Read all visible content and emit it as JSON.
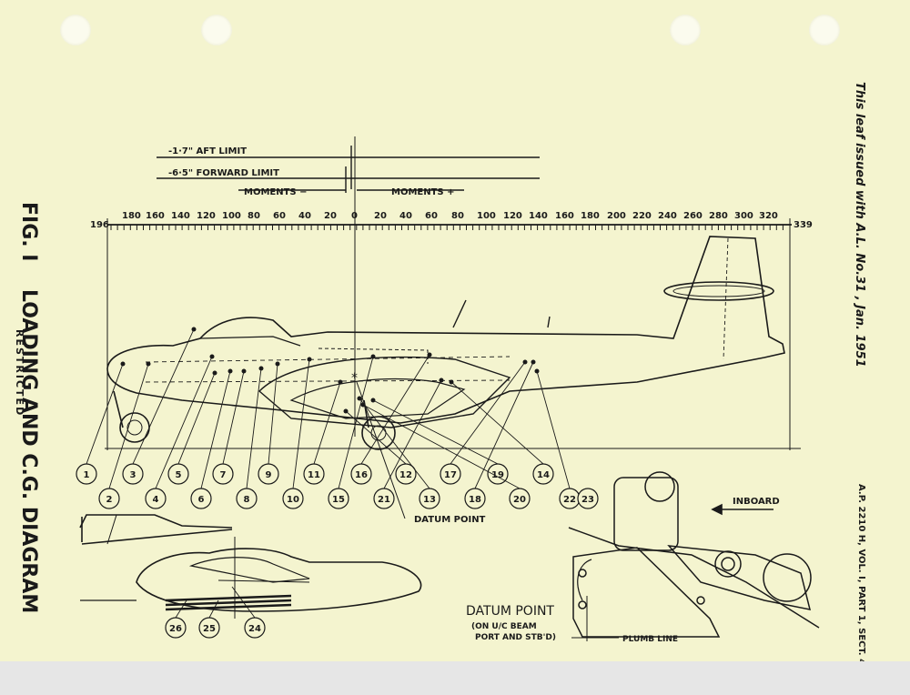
{
  "title": {
    "fig": "FIG. I",
    "main": "LOADING AND C.G. DIAGRAM",
    "classification": "RESTRICTED"
  },
  "issue_note": "This leaf issued with A.L. No.31 , Jan. 1951",
  "reference": "A.P. 2210 H, VOL. I, PART 1, SECT. 4",
  "limits": {
    "aft": "-1·7\" AFT LIMIT",
    "forward": "-6·5\" FORWARD LIMIT",
    "moments_minus": "MOMENTS −",
    "moments_plus": "MOMENTS +"
  },
  "scale": {
    "end_left": "196",
    "end_right": "339",
    "left_ticks": [
      "180",
      "160",
      "140",
      "120",
      "100",
      "80",
      "60",
      "40",
      "20"
    ],
    "zero": "0",
    "right_ticks": [
      "20",
      "40",
      "60",
      "80",
      "100",
      "120",
      "140",
      "160",
      "180",
      "200",
      "220",
      "240",
      "260",
      "280",
      "300",
      "320"
    ]
  },
  "stations": [
    "1",
    "2",
    "3",
    "4",
    "5",
    "6",
    "7",
    "8",
    "9",
    "10",
    "11",
    "12",
    "13",
    "14",
    "15",
    "16",
    "17",
    "18",
    "19",
    "20",
    "21",
    "22",
    "23"
  ],
  "lower_stations": [
    "24",
    "25",
    "26"
  ],
  "labels": {
    "datum_point_pointer": "DATUM POINT",
    "datum_title": "DATUM POINT",
    "datum_sub1": "(ON U/C BEAM",
    "datum_sub2": "PORT AND STB'D)",
    "plumb_line": "PLUMB LINE",
    "inboard": "INBOARD"
  }
}
